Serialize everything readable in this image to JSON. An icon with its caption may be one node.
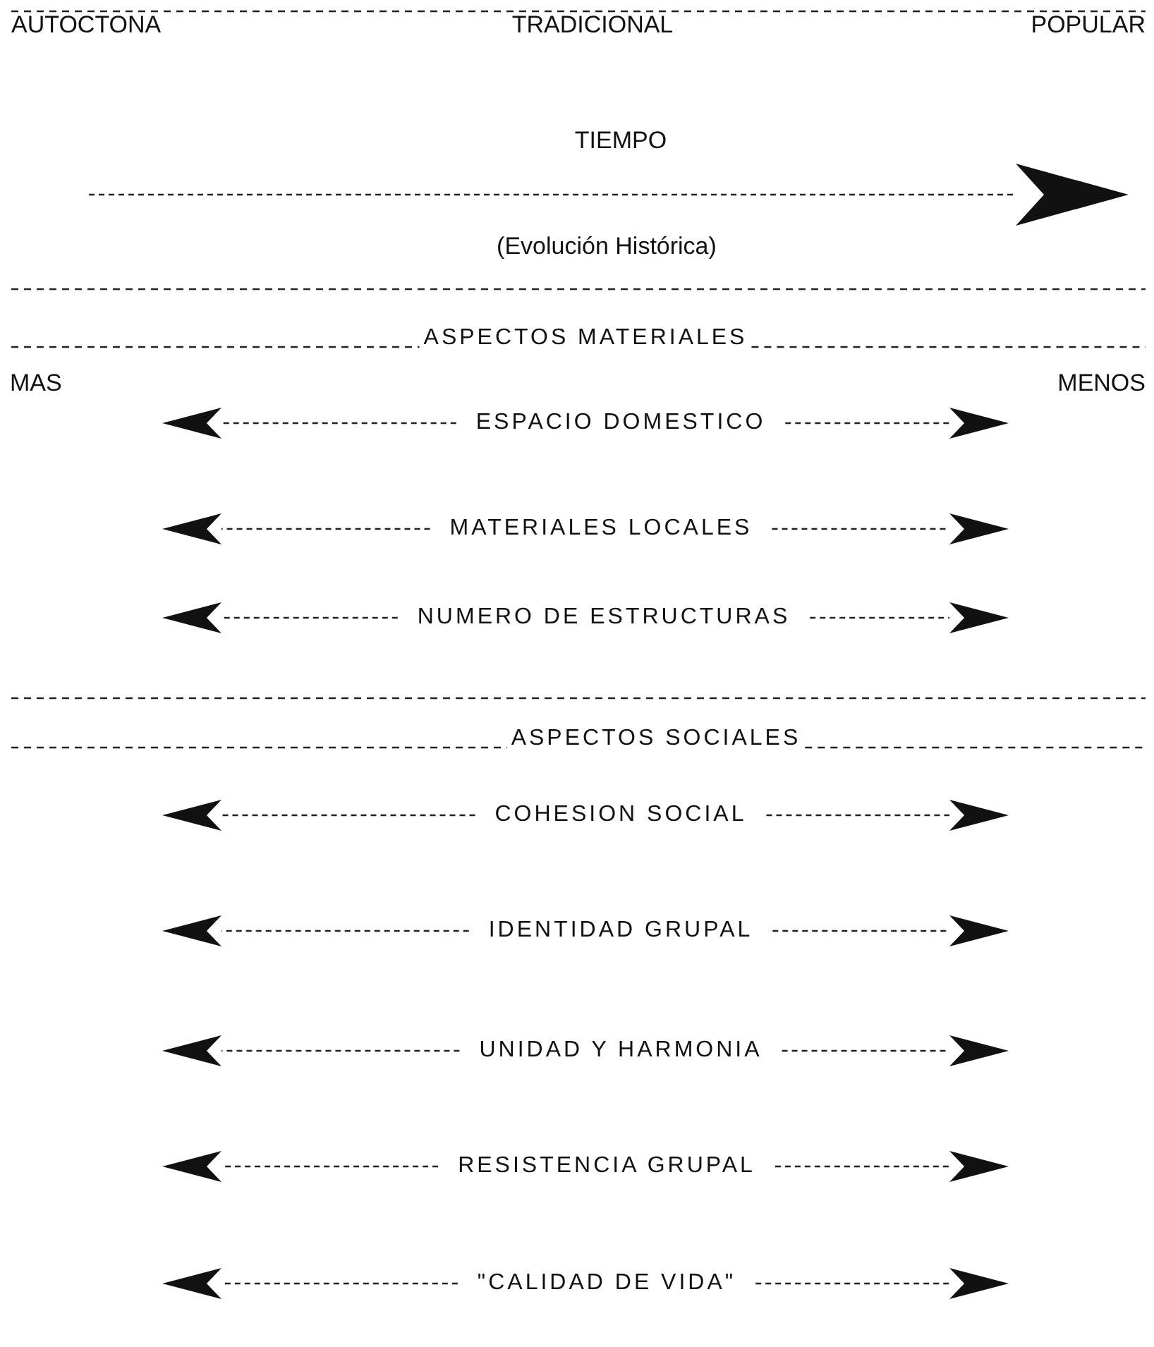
{
  "diagram": {
    "labels": [
      "AUTOCTONA",
      "TRADICIONAL",
      "POPULAR",
      "TIEMPO",
      "(Evolución Histórica)",
      "ASPECTOS MATERIALES",
      "MAS",
      "MENOS",
      "ESPACIO DOMESTICO",
      "MATERIALES LOCALES",
      "NUMERO DE ESTRUCTURAS",
      "ASPECTOS SOCIALES",
      "COHESION SOCIAL",
      "IDENTIDAD GRUPAL",
      "UNIDAD Y HARMONIA",
      "RESISTENCIA GRUPAL",
      "\"CALIDAD DE VIDA\""
    ]
  }
}
